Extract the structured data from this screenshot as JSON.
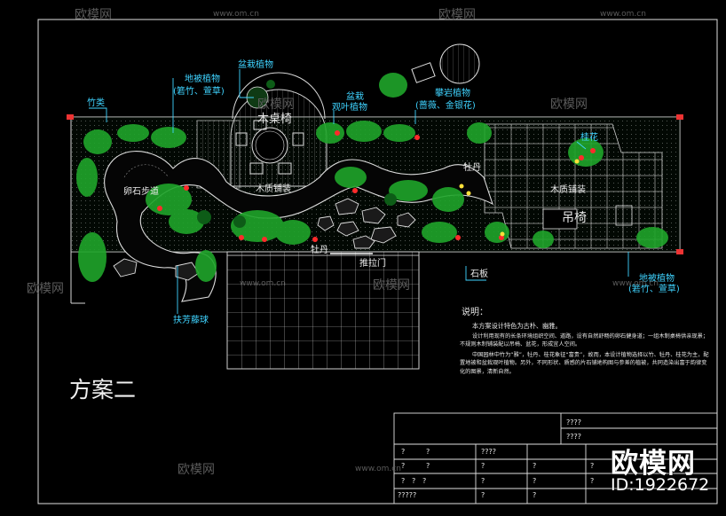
{
  "drawing": {
    "labels": {
      "bamboo": "竹类",
      "ground_cover_left_1": "地被植物",
      "ground_cover_left_2": "(箬竹、萱草)",
      "potted_top": "盆栽植物",
      "wood_table": "木桌椅",
      "potted_2_1": "盆栽",
      "potted_2_2": "观叶植物",
      "climbing_1": "攀岩植物",
      "climbing_2": "(蔷薇、金银花)",
      "osmanthus": "桂花",
      "peony_right": "牡丹",
      "pebble_path": "卵石步道",
      "wood_paving_1": "木质铺装",
      "wood_paving_2": "木质铺装",
      "hanging_chair": "吊椅",
      "peony_bottom": "牡丹",
      "sliding_door": "推拉门",
      "stone_slab": "石板",
      "ground_cover_right_1": "地被植物",
      "ground_cover_right_2": "(箬竹、萱草)",
      "hibiscus": "扶芳藤球"
    },
    "scheme_title": "方案二",
    "colors": {
      "cad_cyan": "#3fd3ff",
      "cad_white": "#e6e6e6",
      "cad_red": "#ff2a2a",
      "plant_green": "#2fb52f",
      "background": "#000000"
    }
  },
  "notes": {
    "title": "说明：",
    "paragraphs": [
      "本方案设计特色为古朴、幽雅。",
      "设计利用现有的长条环境组织空间、道路，设有自然舒畅的卵石健身道；一组木制桌椅供亲现景；不规则木制铺装配以吊椅、盆花，形成宜人空间。",
      "中国园林中竹为“雅”，牡丹、桂花象征“富贵”，故而，本设计植物选择以竹、牡丹、桂花为主，配置地被和盆栽观叶植物。另外，不同形状、质感的片石铺地构图与参差的植被，共同造染出富于韵律变化的图景，清新自然。"
    ]
  },
  "title_block": {
    "cells": [
      "????",
      "????",
      "?",
      "?",
      "????",
      "?",
      "?",
      "?",
      "?",
      "?",
      "?",
      "?",
      "?",
      "?",
      "?",
      "?",
      "?????",
      "?",
      "?"
    ]
  },
  "watermark": {
    "brand": "欧模网",
    "url": "www.om.cn",
    "url_short": "www.om.cn",
    "id": "ID:1922672"
  }
}
